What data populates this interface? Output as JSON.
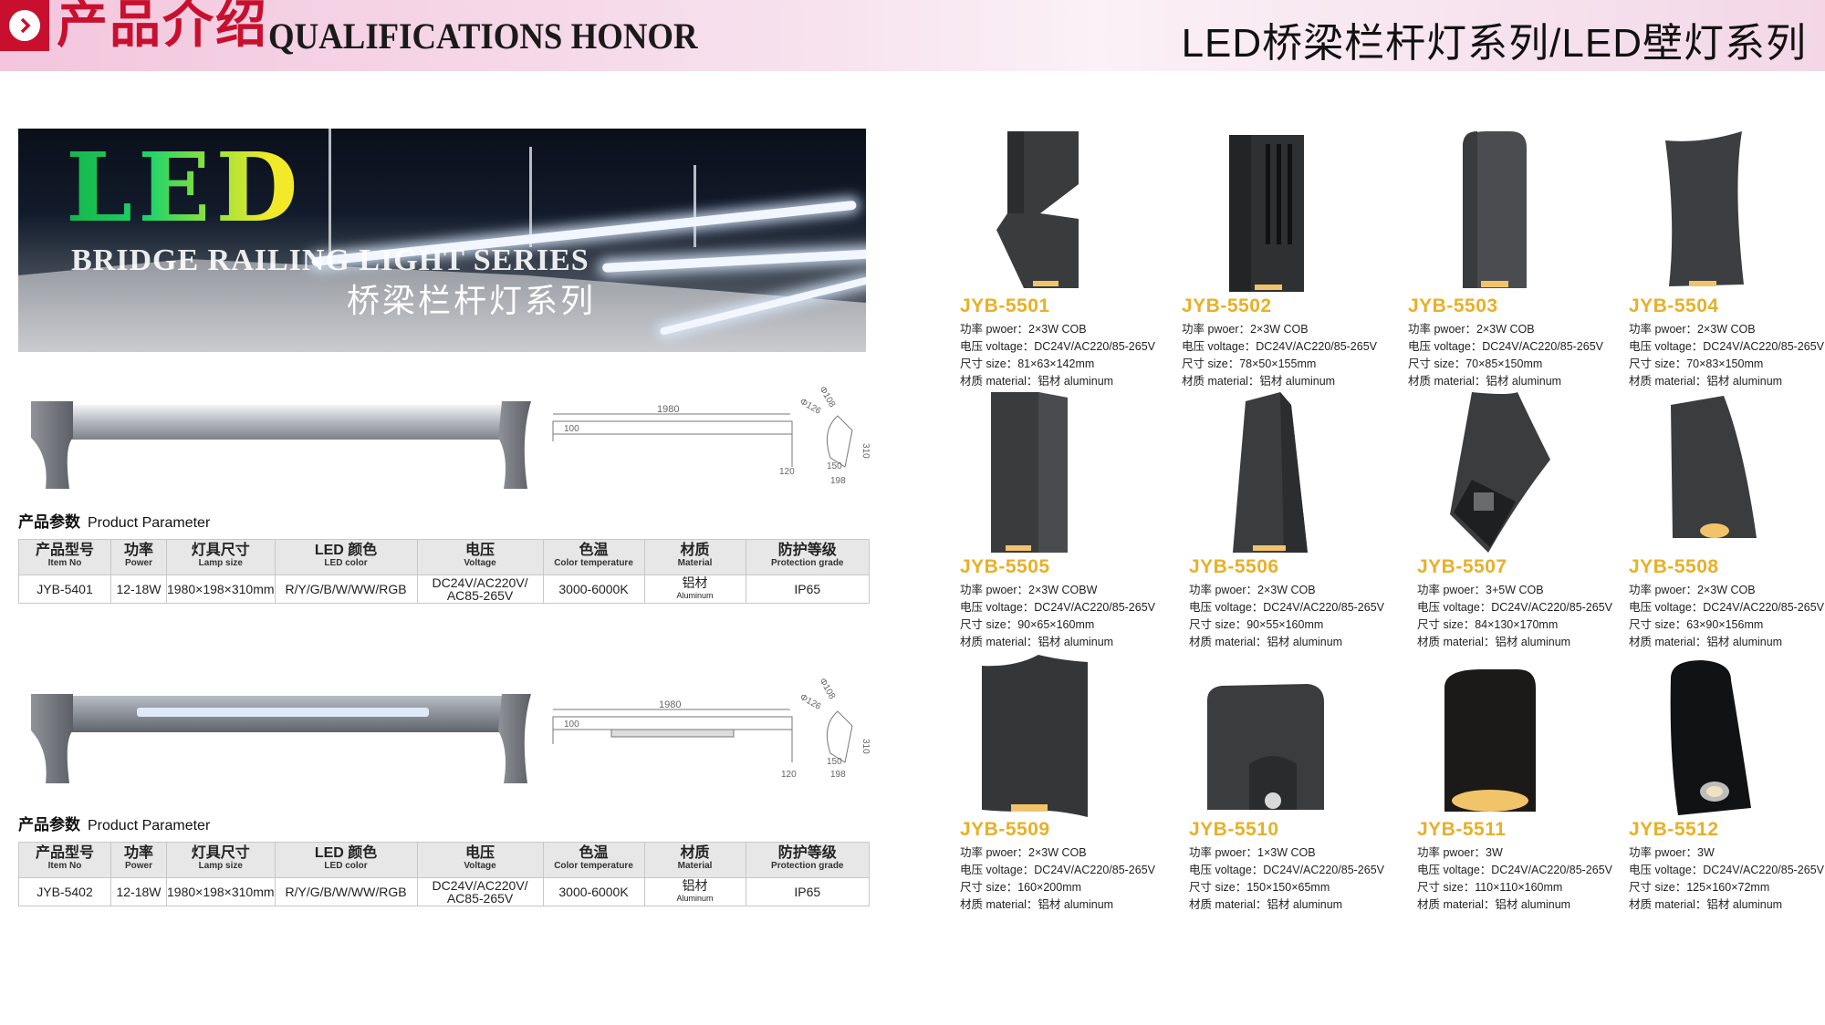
{
  "header": {
    "title_cn": "产品介绍",
    "title_en": "QUALIFICATIONS HONOR",
    "right_title": "LED桥梁栏杆灯系列/LED壁灯系列",
    "brand_color": "#c8102e"
  },
  "banner": {
    "big_text": "LED",
    "series_en": "BRIDGE RAILING LIGHT SERIES",
    "series_cn": "桥梁栏杆灯系列"
  },
  "dims": [
    {
      "length": "1980",
      "left": "100",
      "bottom": "120",
      "phi1": "Φ108",
      "phi2": "Φ126",
      "h": "310",
      "w1": "150",
      "w2": "198"
    },
    {
      "length": "1980",
      "left": "100",
      "bottom": "120",
      "phi1": "Φ108",
      "phi2": "Φ126",
      "h": "310",
      "w1": "150",
      "w2": "198"
    }
  ],
  "param_title_cn": "产品参数",
  "param_title_en": "Product Parameter",
  "table_headers": [
    {
      "cn": "产品型号",
      "en": "Item No"
    },
    {
      "cn": "功率",
      "en": "Power"
    },
    {
      "cn": "灯具尺寸",
      "en": "Lamp size"
    },
    {
      "cn": "LED 颜色",
      "en": "LED color"
    },
    {
      "cn": "电压",
      "en": "Voltage"
    },
    {
      "cn": "色温",
      "en": "Color temperature"
    },
    {
      "cn": "材质",
      "en": "Material"
    },
    {
      "cn": "防护等级",
      "en": "Protection grade"
    }
  ],
  "rows": [
    {
      "item": "JYB-5401",
      "power": "12-18W",
      "size": "1980×198×310mm",
      "color": "R/Y/G/B/W/WW/RGB",
      "voltage1": "DC24V/AC220V/",
      "voltage2": "AC85-265V",
      "temp": "3000-6000K",
      "material_cn": "铝材",
      "material_en": "Aluminum",
      "ip": "IP65"
    },
    {
      "item": "JYB-5402",
      "power": "12-18W",
      "size": "1980×198×310mm",
      "color": "R/Y/G/B/W/WW/RGB",
      "voltage1": "DC24V/AC220V/",
      "voltage2": "AC85-265V",
      "temp": "3000-6000K",
      "material_cn": "铝材",
      "material_en": "Aluminum",
      "ip": "IP65"
    }
  ],
  "products": [
    {
      "code": "JYB-5501",
      "power": "功率 pwoer：2×3W COB",
      "voltage": "电压 voltage：DC24V/AC220/85-265V",
      "size": "尺寸 size：81×63×142mm",
      "material": "材质 material：铝材 aluminum"
    },
    {
      "code": "JYB-5502",
      "power": "功率 pwoer：2×3W COB",
      "voltage": "电压 voltage：DC24V/AC220/85-265V",
      "size": "尺寸 size：78×50×155mm",
      "material": "材质 material：铝材 aluminum"
    },
    {
      "code": "JYB-5503",
      "power": "功率 pwoer：2×3W COB",
      "voltage": "电压 voltage：DC24V/AC220/85-265V",
      "size": "尺寸 size：70×85×150mm",
      "material": "材质 material：铝材 aluminum"
    },
    {
      "code": "JYB-5504",
      "power": "功率 pwoer：2×3W COB",
      "voltage": "电压 voltage：DC24V/AC220/85-265V",
      "size": "尺寸 size：70×83×150mm",
      "material": "材质 material：铝材 aluminum"
    },
    {
      "code": "JYB-5505",
      "power": "功率 pwoer：2×3W COBW",
      "voltage": "电压 voltage：DC24V/AC220/85-265V",
      "size": "尺寸 size：90×65×160mm",
      "material": "材质 material：铝材 aluminum"
    },
    {
      "code": "JYB-5506",
      "power": "功率 pwoer：2×3W COB",
      "voltage": "电压 voltage：DC24V/AC220/85-265V",
      "size": "尺寸 size：90×55×160mm",
      "material": "材质 material：铝材 aluminum"
    },
    {
      "code": "JYB-5507",
      "power": "功率 pwoer：3+5W COB",
      "voltage": "电压 voltage：DC24V/AC220/85-265V",
      "size": "尺寸 size：84×130×170mm",
      "material": "材质 material：铝材 aluminum"
    },
    {
      "code": "JYB-5508",
      "power": "功率 pwoer：2×3W COB",
      "voltage": "电压 voltage：DC24V/AC220/85-265V",
      "size": "尺寸 size：63×90×156mm",
      "material": "材质 material：铝材 aluminum"
    },
    {
      "code": "JYB-5509",
      "power": "功率 pwoer：2×3W COB",
      "voltage": "电压 voltage：DC24V/AC220/85-265V",
      "size": "尺寸 size：160×200mm",
      "material": "材质 material：铝材 aluminum"
    },
    {
      "code": "JYB-5510",
      "power": "功率 pwoer：1×3W COB",
      "voltage": "电压 voltage：DC24V/AC220/85-265V",
      "size": "尺寸 size：150×150×65mm",
      "material": "材质 material：铝材 aluminum"
    },
    {
      "code": "JYB-5511",
      "power": "功率 pwoer：3W",
      "voltage": "电压 voltage：DC24V/AC220/85-265V",
      "size": "尺寸 size：110×110×160mm",
      "material": "材质 material：铝材 aluminum"
    },
    {
      "code": "JYB-5512",
      "power": "功率 pwoer：3W",
      "voltage": "电压 voltage：DC24V/AC220/85-265V",
      "size": "尺寸 size：125×160×72mm",
      "material": "材质 material：铝材 aluminum"
    }
  ],
  "colors": {
    "code": "#e8b027",
    "lamp": "#3a3b3d",
    "glow": "#f2c46a"
  }
}
